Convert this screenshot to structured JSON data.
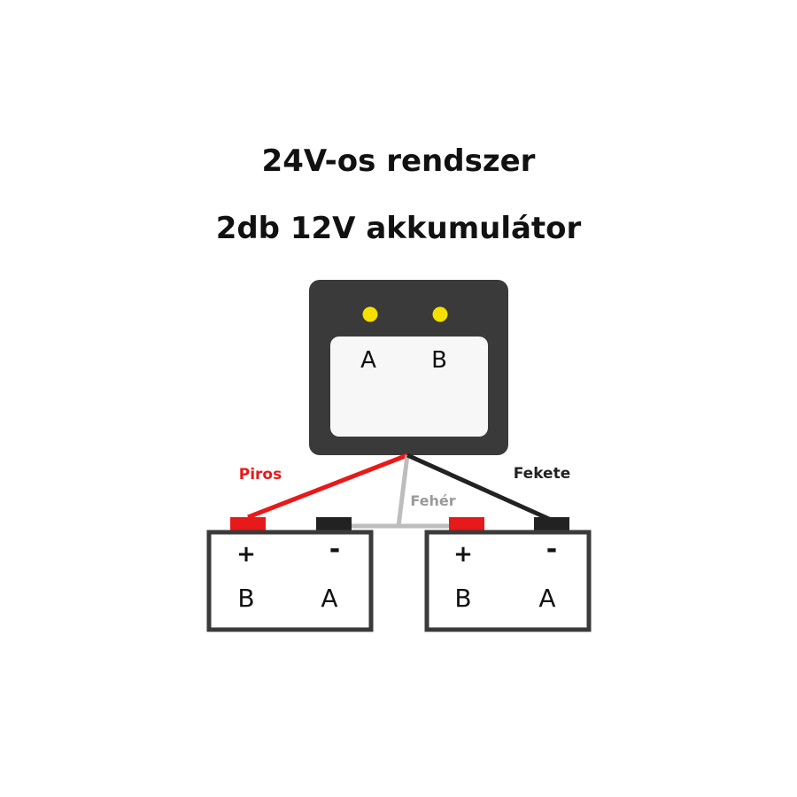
{
  "title": "24V-os rendszer",
  "subtitle": "2db 12V akkumulátor",
  "device": {
    "label_a": "A",
    "label_b": "B",
    "led_color": "#f5e000",
    "body_color": "#3a3a3a"
  },
  "wires": {
    "red": {
      "label": "Piros",
      "color": "#e8191a"
    },
    "white": {
      "label": "Fehér",
      "color": "#bdbdbd"
    },
    "black": {
      "label": "Fekete",
      "color": "#222222"
    }
  },
  "batteries": [
    {
      "plus": "+",
      "minus": "-",
      "label_plus": "B",
      "label_minus": "A"
    },
    {
      "plus": "+",
      "minus": "-",
      "label_plus": "B",
      "label_minus": "A"
    }
  ]
}
